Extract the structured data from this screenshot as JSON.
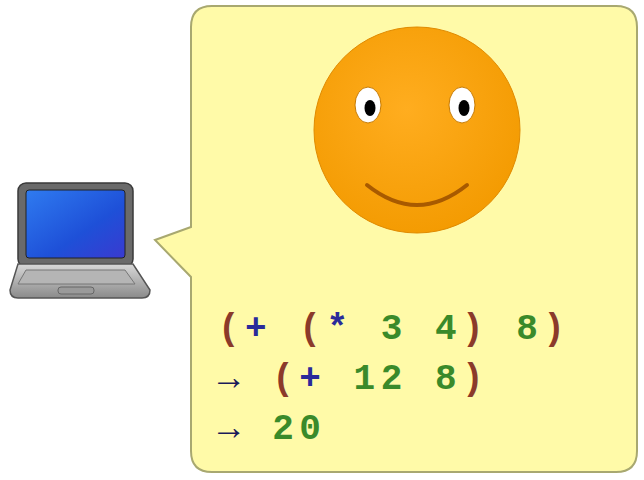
{
  "diagram": {
    "nodes": [
      {
        "text": [
          "(+ (* 3 4) 8)",
          "→ (+ 12 8)",
          "→ 20"
        ]
      }
    ]
  }
}
